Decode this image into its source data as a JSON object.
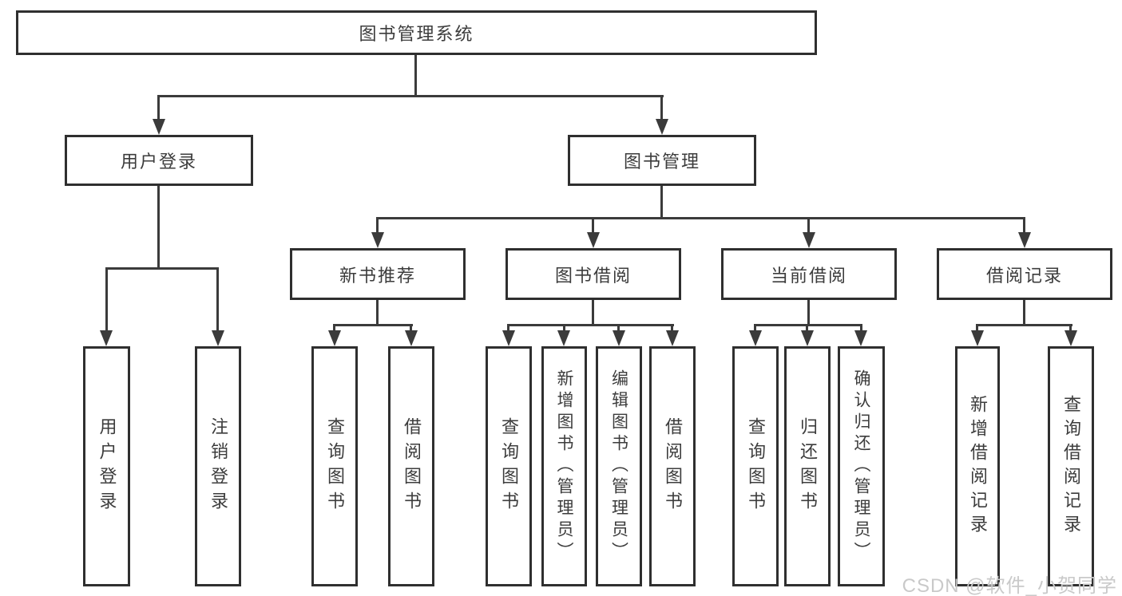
{
  "colors": {
    "line": "#3b3b3b",
    "border": "#2f2f2f",
    "text": "#3c3c3c",
    "bg": "#ffffff",
    "watermark": "#c9c9c9"
  },
  "root": {
    "label": "图书管理系统"
  },
  "branches": {
    "user_login": {
      "label": "用户登录",
      "children": [
        "用户登录",
        "注销登录"
      ]
    },
    "book_mgmt": {
      "label": "图书管理",
      "sections": [
        {
          "label": "新书推荐",
          "children": [
            "查询图书",
            "借阅图书"
          ]
        },
        {
          "label": "图书借阅",
          "children": [
            "查询图书",
            "新增图书（管理员）",
            "编辑图书（管理员）",
            "借阅图书"
          ]
        },
        {
          "label": "当前借阅",
          "children": [
            "查询图书",
            "归还图书",
            "确认归还（管理员）"
          ]
        },
        {
          "label": "借阅记录",
          "children": [
            "新增借阅记录",
            "查询借阅记录"
          ]
        }
      ]
    }
  },
  "watermark": "CSDN @软件_小贺同学"
}
